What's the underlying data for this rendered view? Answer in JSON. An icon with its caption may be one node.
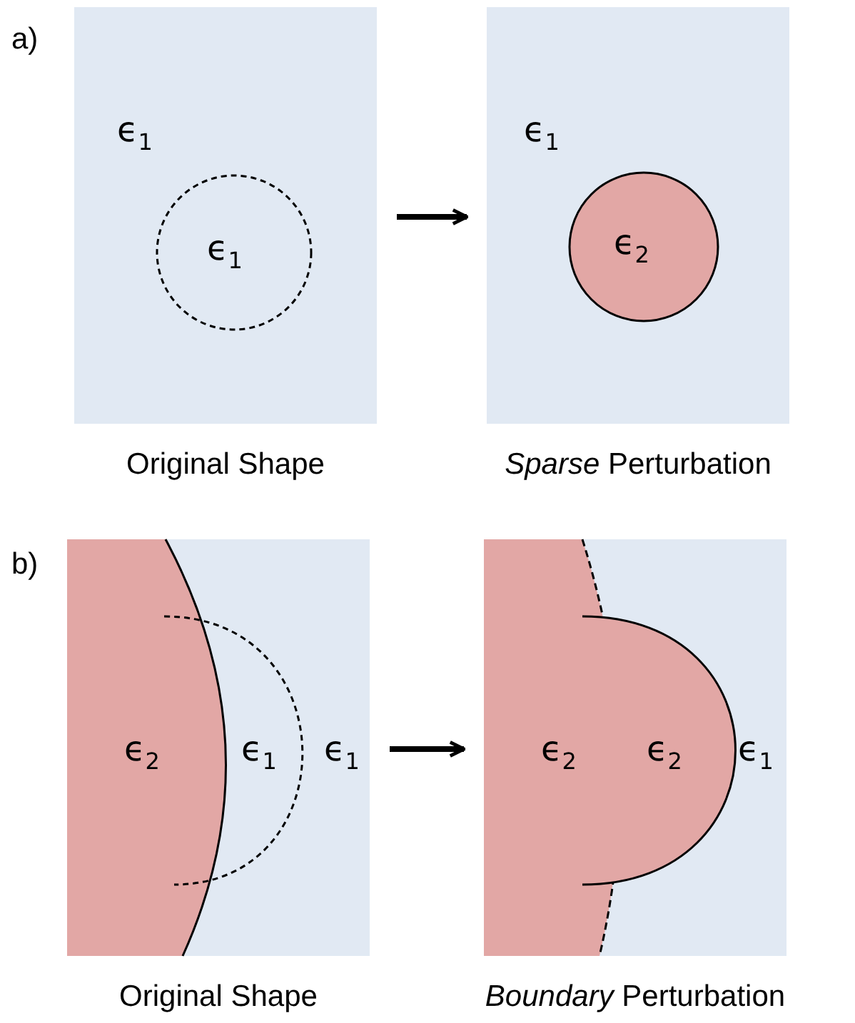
{
  "diagram": {
    "nodes": [
      {
        "text": [
          "ϵ$_{1}$"
        ],
        "beside": [
          "Original Shape"
        ]
      },
      {
        "text": [
          "ϵ$_{1}$"
        ],
        "in": 0
      },
      {
        "text": [
          "ϵ$_{1}$"
        ],
        "beside": [
          "*Sparse* Perturbation"
        ]
      },
      {
        "text": [
          "ϵ$_{2}$"
        ],
        "in": 2
      },
      {
        "text": [
          "ϵ$_{1}$"
        ],
        "beside": [
          "Original Shape"
        ]
      },
      {
        "text": [
          "ϵ$_{2}$"
        ],
        "in": 4
      },
      {
        "text": [
          "ϵ$_{1}$"
        ],
        "in": 4
      },
      {
        "text": [
          "ϵ$_{1}$"
        ],
        "beside": [
          "*Boundary* Perturbation"
        ]
      },
      {
        "text": [
          "ϵ$_{2}$"
        ],
        "in": 7
      },
      {
        "text": [
          "ϵ$_{2}$"
        ],
        "in": 7
      }
    ],
    "edges": [
      {
        "from": 0,
        "to": 2,
        "arrow": "to"
      },
      {
        "from": 4,
        "to": 7,
        "arrow": "to"
      }
    ],
    "labels": [
      "a)",
      "b)"
    ]
  }
}
